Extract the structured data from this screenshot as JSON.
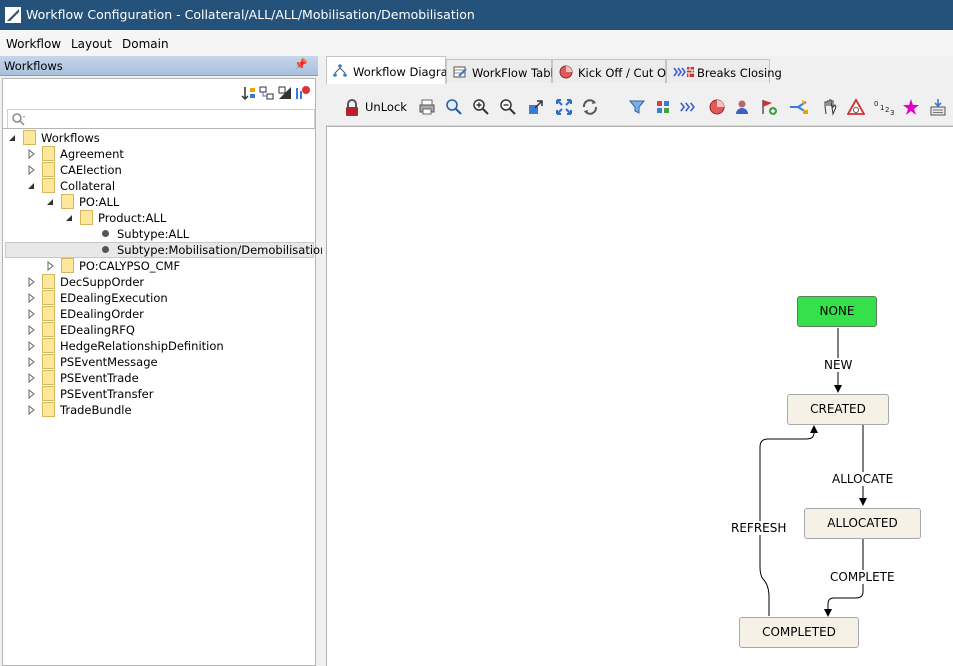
{
  "window": {
    "title": "Workflow Configuration - Collateral/ALL/ALL/Mobilisation/Demobilisation"
  },
  "menu": {
    "items": [
      "Workflow",
      "Layout",
      "Domain"
    ]
  },
  "left_panel": {
    "title": "Workflows",
    "search": {
      "value": "",
      "placeholder": ""
    },
    "tree": [
      {
        "label": "Workflows",
        "expanded": true
      },
      {
        "label": "Agreement"
      },
      {
        "label": "CAElection"
      },
      {
        "label": "Collateral",
        "expanded": true
      },
      {
        "label": "PO:ALL",
        "expanded": true
      },
      {
        "label": "Product:ALL",
        "expanded": true
      },
      {
        "label": "Subtype:ALL"
      },
      {
        "label": "Subtype:Mobilisation/Demobilisation",
        "selected": true
      },
      {
        "label": "PO:CALYPSO_CMF"
      },
      {
        "label": "DecSuppOrder"
      },
      {
        "label": "EDealingExecution"
      },
      {
        "label": "EDealingOrder"
      },
      {
        "label": "EDealingRFQ"
      },
      {
        "label": "HedgeRelationshipDefinition"
      },
      {
        "label": "PSEventMessage"
      },
      {
        "label": "PSEventTrade"
      },
      {
        "label": "PSEventTransfer"
      },
      {
        "label": "TradeBundle"
      }
    ]
  },
  "tabs": [
    {
      "label": "Workflow Diagram",
      "active": true,
      "icon": "workflow-diagram-icon"
    },
    {
      "label": "WorkFlow Table",
      "icon": "table-edit-icon"
    },
    {
      "label": "Kick Off / Cut Off",
      "icon": "clock-pie-icon"
    },
    {
      "label": "Breaks Closing",
      "icon": "breaks-closing-icon"
    }
  ],
  "toolbar": {
    "unlock_label": "UnLock"
  },
  "diagram": {
    "nodes": {
      "none": "NONE",
      "created": "CREATED",
      "allocated": "ALLOCATED",
      "completed": "COMPLETED"
    },
    "edges": {
      "new": "NEW",
      "allocate": "ALLOCATE",
      "complete": "COMPLETE",
      "refresh": "REFRESH"
    },
    "colors": {
      "start_node": "#35e04b",
      "state_node": "#f5f1e6"
    }
  }
}
